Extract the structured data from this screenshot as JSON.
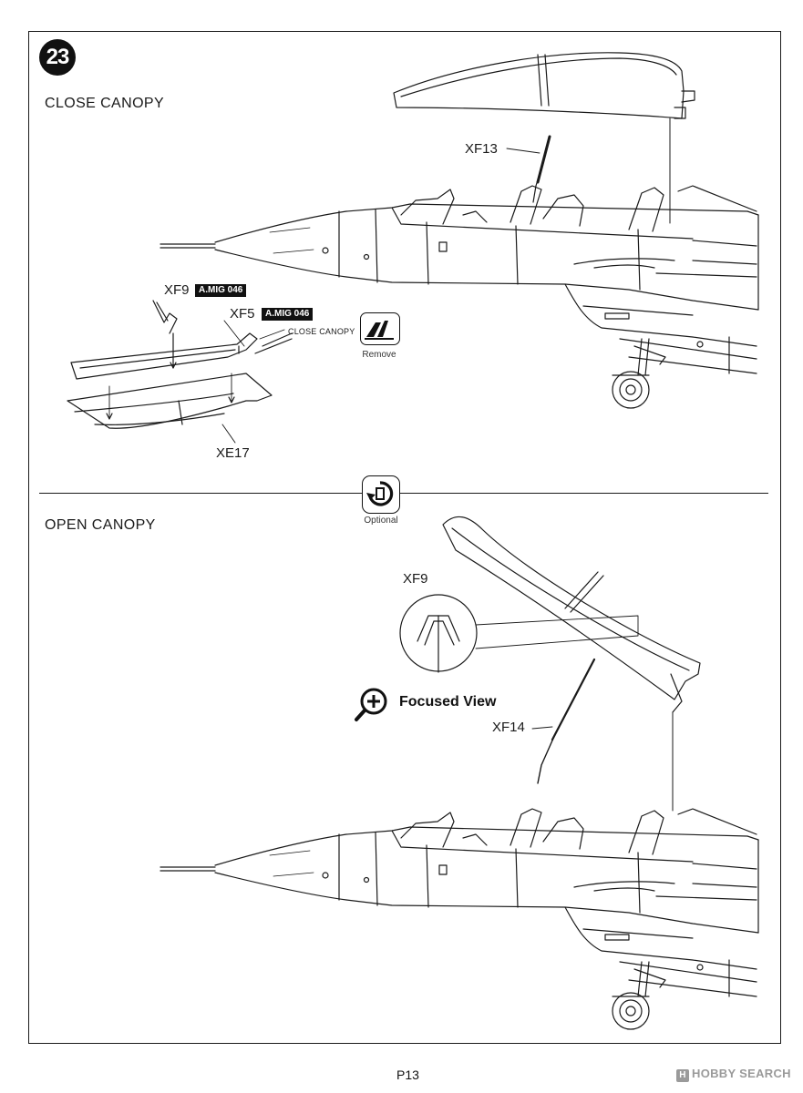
{
  "step": {
    "number": "23"
  },
  "sections": {
    "close": {
      "title": "CLOSE CANOPY"
    },
    "open": {
      "title": "OPEN CANOPY"
    }
  },
  "parts": {
    "xf13": "XF13",
    "xf9": "XF9",
    "xf5": "XF5",
    "xe17": "XE17",
    "xf9_detail": "XF9",
    "xf14": "XF14"
  },
  "paint": {
    "xf9_color": "A.MIG 046",
    "xf5_color": "A.MIG 046"
  },
  "notes": {
    "close_canopy_small": "CLOSE CANOPY"
  },
  "icons": {
    "remove": {
      "icon": "remove-icon",
      "caption": "Remove"
    },
    "optional": {
      "icon": "optional-icon",
      "caption": "Optional"
    },
    "focused_view": {
      "icon": "magnifier-plus-icon",
      "label": "Focused View"
    }
  },
  "footer": {
    "page": "P13",
    "watermark": "HOBBY SEARCH",
    "watermark_badge": "H"
  }
}
